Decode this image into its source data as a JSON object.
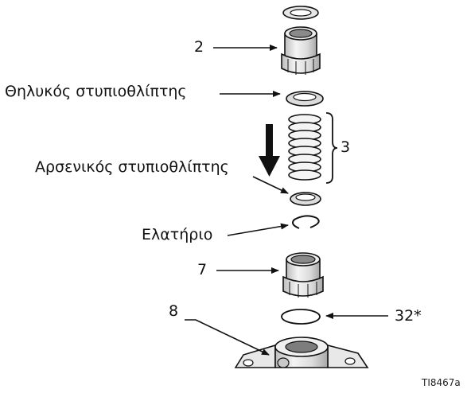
{
  "labels": {
    "item_2": "2",
    "female_gland": "Θηλυκός στυπιοθλίπτης",
    "item_3": "3",
    "male_gland": "Αρσενικός στυπιοθλίπτης",
    "spring": "Ελατήριο",
    "item_7": "7",
    "item_8": "8",
    "item_32": "32*",
    "figure_id": "TI8467a"
  },
  "icons": [
    "down-arrow-icon",
    "bracket-icon"
  ],
  "colors": {
    "part_fill": "#efefef",
    "part_shade": "#cfcfcf",
    "part_dark": "#9a9a9a",
    "stroke": "#111111",
    "arrow": "#111111"
  }
}
